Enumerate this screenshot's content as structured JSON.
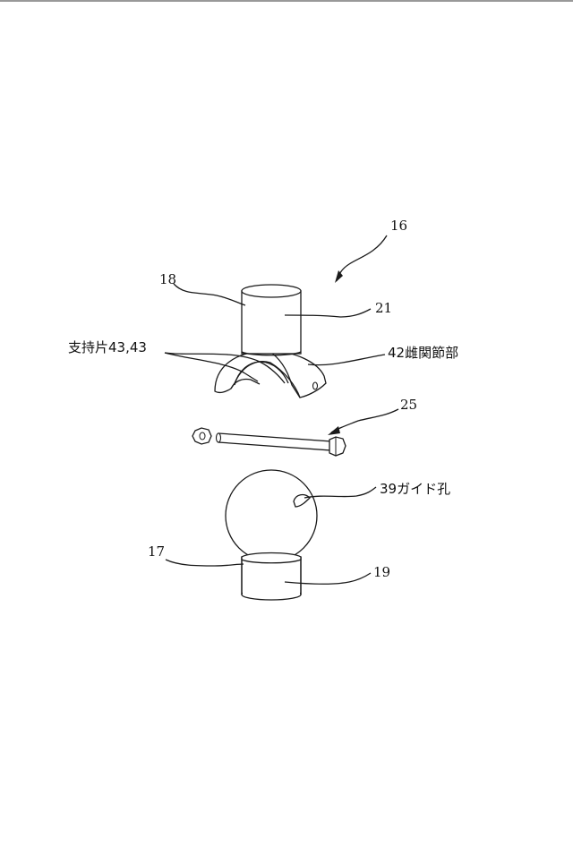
{
  "labels": {
    "assembly": "16",
    "upper_member": "18",
    "upper_pipe": "21",
    "support_pieces": "支持片43,43",
    "female_joint": "42雌関節部",
    "bolt": "25",
    "guide_hole": "39ガイド孔",
    "lower_member": "17",
    "lower_pipe": "19"
  }
}
